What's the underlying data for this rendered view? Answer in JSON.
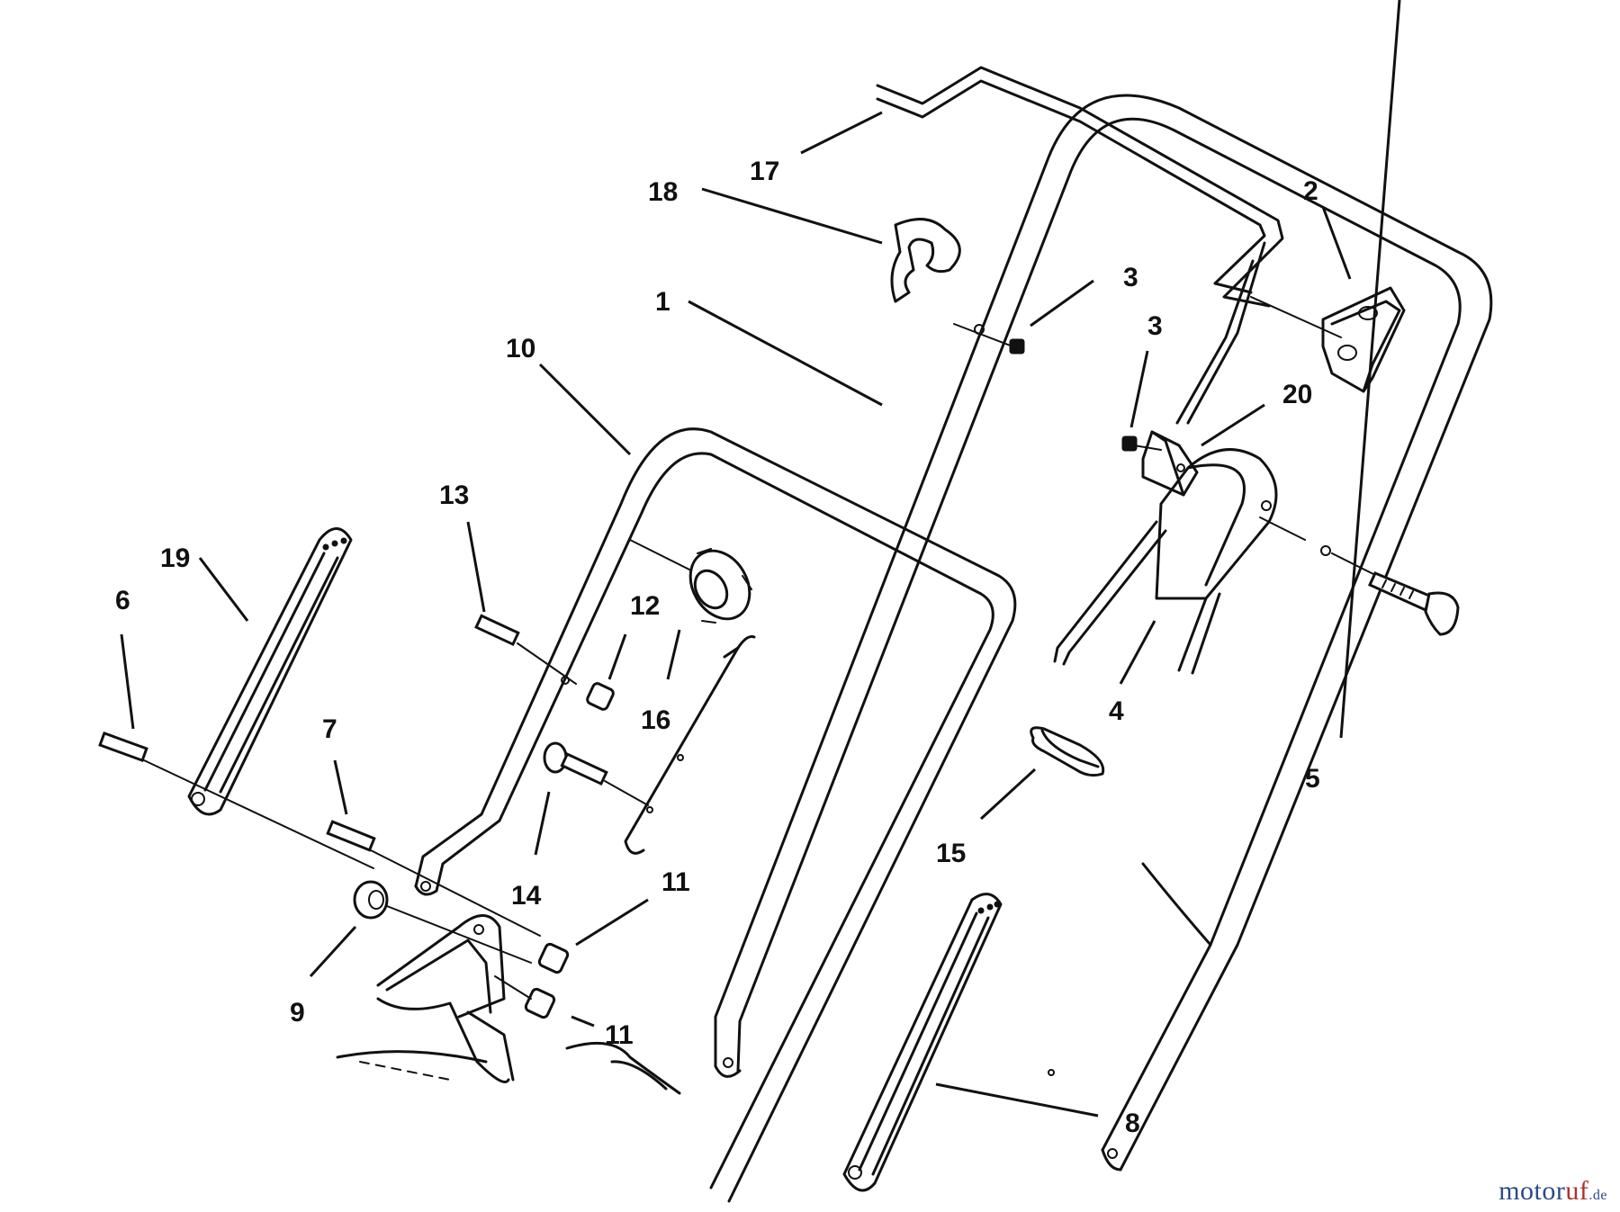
{
  "callouts": [
    {
      "id": "c17",
      "label": "17"
    },
    {
      "id": "c18",
      "label": "18"
    },
    {
      "id": "c1",
      "label": "1"
    },
    {
      "id": "c10",
      "label": "10"
    },
    {
      "id": "c2",
      "label": "2"
    },
    {
      "id": "c3a",
      "label": "3"
    },
    {
      "id": "c3b",
      "label": "3"
    },
    {
      "id": "c20",
      "label": "20"
    },
    {
      "id": "c13",
      "label": "13"
    },
    {
      "id": "c19",
      "label": "19"
    },
    {
      "id": "c6",
      "label": "6"
    },
    {
      "id": "c12",
      "label": "12"
    },
    {
      "id": "c16",
      "label": "16"
    },
    {
      "id": "c7",
      "label": "7"
    },
    {
      "id": "c14",
      "label": "14"
    },
    {
      "id": "c11a",
      "label": "11"
    },
    {
      "id": "c11b",
      "label": "11"
    },
    {
      "id": "c9",
      "label": "9"
    },
    {
      "id": "c4",
      "label": "4"
    },
    {
      "id": "c5",
      "label": "5"
    },
    {
      "id": "c15",
      "label": "15"
    },
    {
      "id": "c8",
      "label": "8"
    }
  ],
  "watermark": {
    "main": "motor",
    "accent": "uf",
    "tld": ".de"
  }
}
